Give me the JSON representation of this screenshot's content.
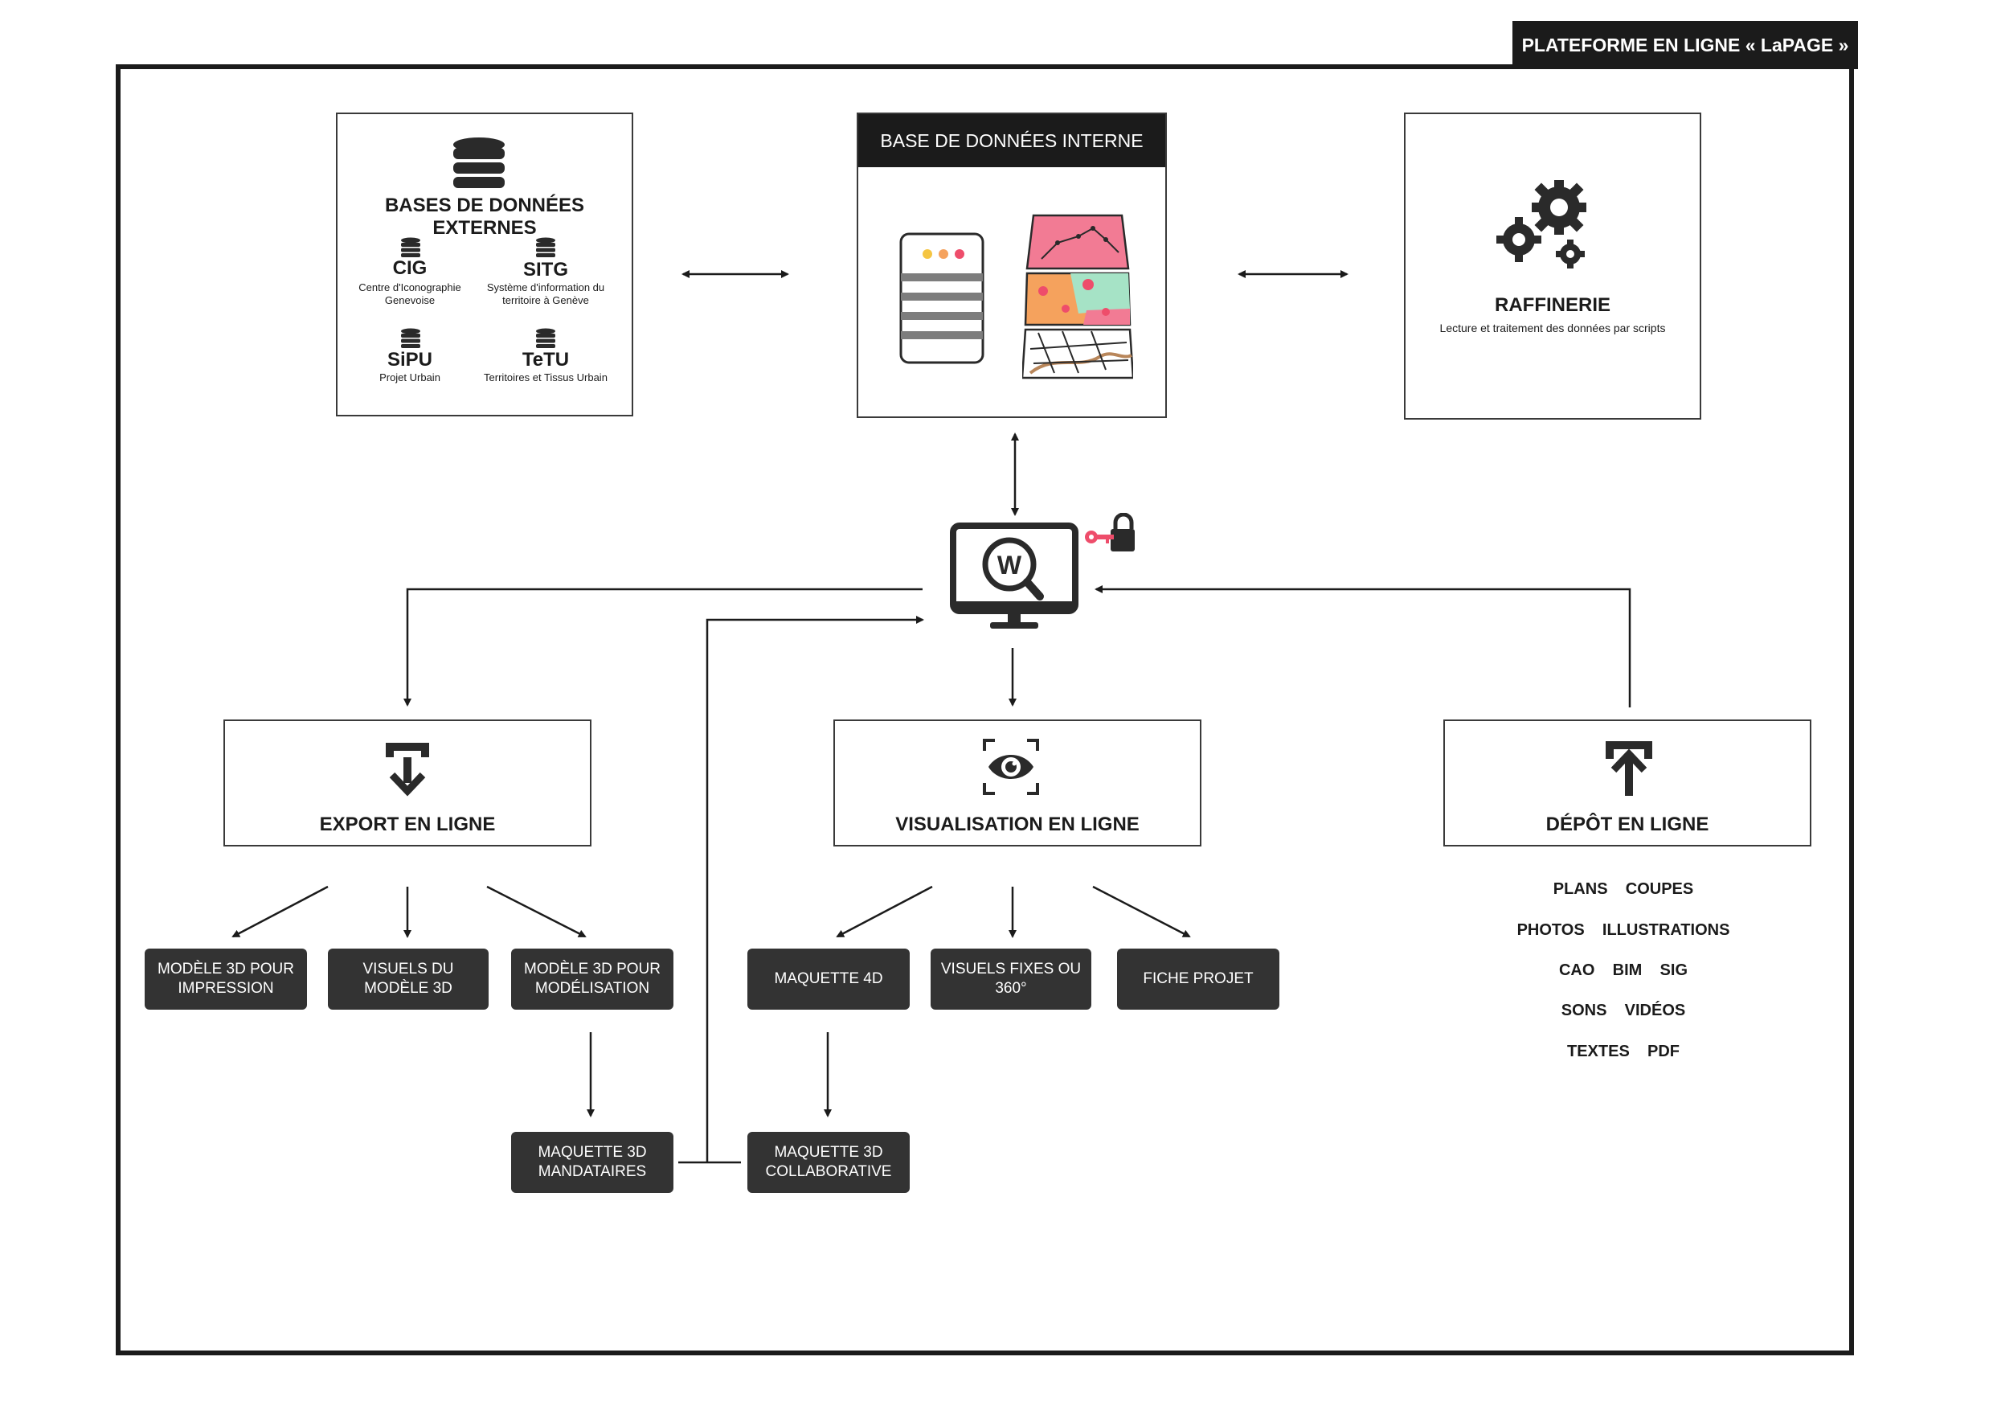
{
  "header": {
    "title": "PLATEFORME EN LIGNE « LaPAGE »"
  },
  "external_db": {
    "title": "BASES DE DONNÉES EXTERNES",
    "sources": [
      {
        "name": "CIG",
        "desc": "Centre d'Iconographie Genevoise"
      },
      {
        "name": "SITG",
        "desc": "Système d'information du territoire à Genève"
      },
      {
        "name": "SiPU",
        "desc": "Projet Urbain"
      },
      {
        "name": "TeTU",
        "desc": "Territoires et Tissus Urbain"
      }
    ]
  },
  "internal_db": {
    "title": "BASE DE DONNÉES INTERNE"
  },
  "refinery": {
    "title": "RAFFINERIE",
    "desc": "Lecture et traitement des données par scripts"
  },
  "export": {
    "title": "EXPORT EN LIGNE",
    "outputs": [
      "MODÈLE 3D POUR IMPRESSION",
      "VISUELS DU MODÈLE 3D",
      "MODÈLE 3D  POUR MODÉLISATION"
    ],
    "mandataires": "MAQUETTE 3D MANDATAIRES"
  },
  "visualisation": {
    "title": "VISUALISATION EN LIGNE",
    "outputs": [
      "MAQUETTE 4D",
      "VISUELS FIXES OU 360°",
      "FICHE PROJET"
    ],
    "collaborative": "MAQUETTE 3D COLLABORATIVE"
  },
  "depot": {
    "title": "DÉPÔT EN LIGNE",
    "formats": [
      "PLANS    COUPES",
      "PHOTOS    ILLUSTRATIONS",
      "CAO    BIM    SIG",
      "SONS    VIDÉOS",
      "TEXTES    PDF"
    ]
  },
  "colors": {
    "dark": "#1b1b1b",
    "pill": "#333333",
    "accent_pink": "#ee4d6b",
    "accent_green": "#a6e3c6",
    "accent_orange": "#f5a25d"
  }
}
